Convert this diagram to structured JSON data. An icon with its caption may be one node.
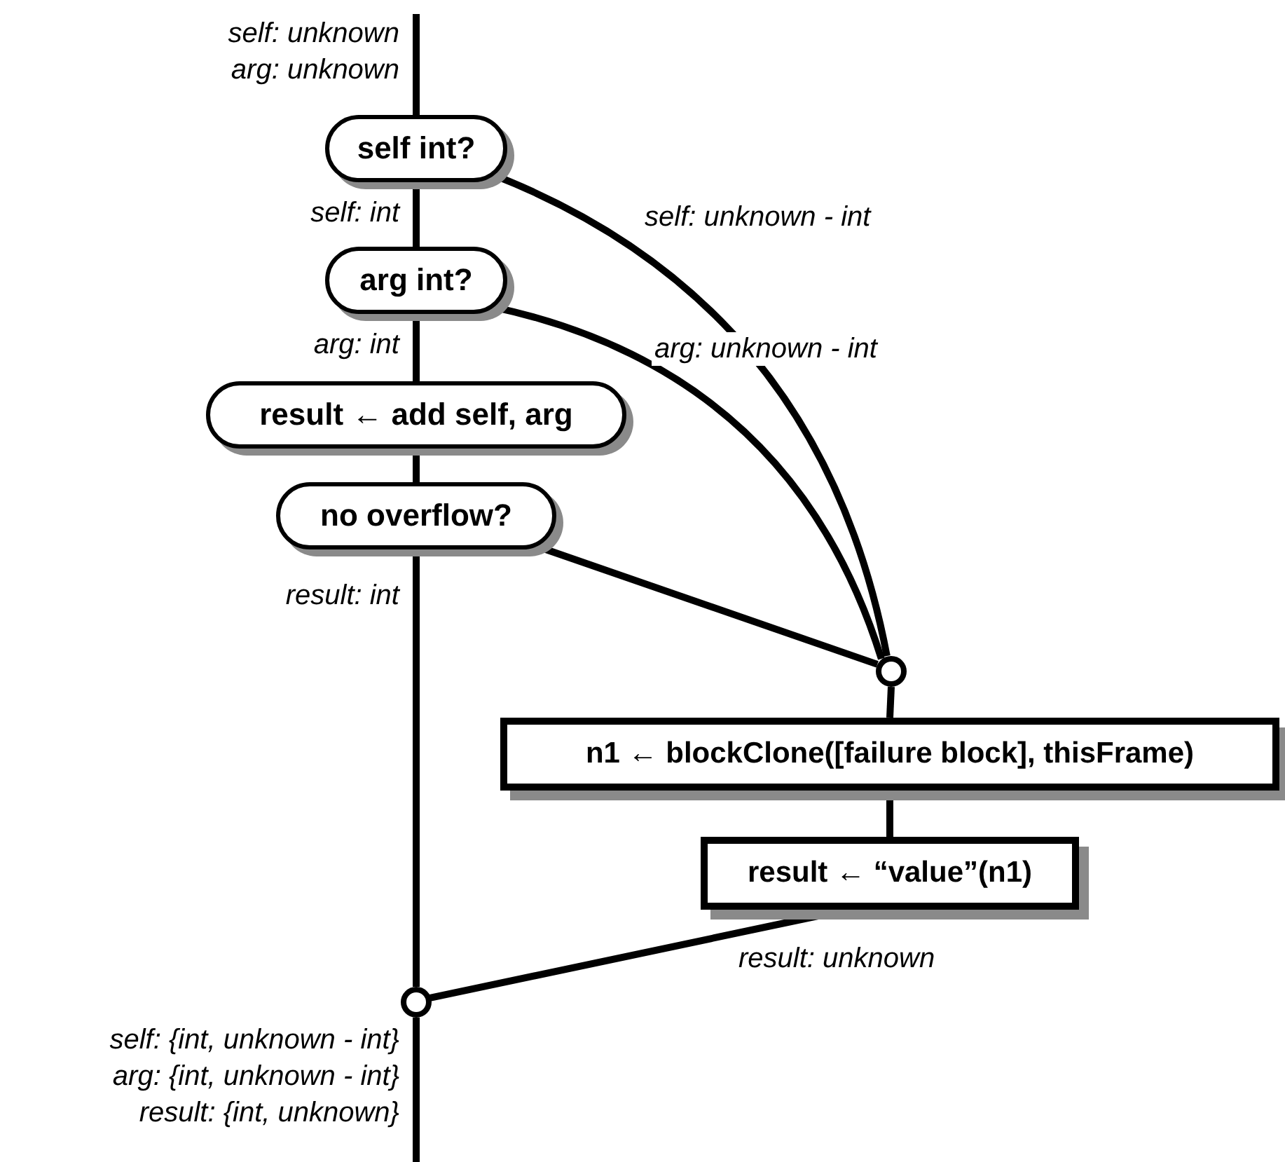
{
  "diagram": {
    "nodes": [
      {
        "text": [
          "self int?"
        ]
      },
      {
        "text": [
          "arg int?"
        ]
      },
      {
        "text": [
          "result ← add self, arg"
        ]
      },
      {
        "text": [
          "no overflow?"
        ]
      },
      {
        "text": [],
        "shape": "circle"
      },
      {
        "text": [
          "n1 ← blockClone([failure block], thisFrame)"
        ]
      },
      {
        "text": [
          "result ← “value”(n1)"
        ]
      },
      {
        "text": [],
        "shape": "circle"
      }
    ],
    "edges": [
      {
        "from": null,
        "to": 0,
        "arrow": "none"
      },
      {
        "from": 0,
        "to": 1,
        "arrow": "none",
        "label": "self: int"
      },
      {
        "from": 1,
        "to": 2,
        "arrow": "none",
        "label": "arg: int"
      },
      {
        "from": 2,
        "to": 3,
        "arrow": "none"
      },
      {
        "from": 3,
        "to": 7,
        "arrow": "none",
        "label": "result: int"
      },
      {
        "from": 0,
        "to": 4,
        "arrow": "none",
        "label": "self: unknown - int"
      },
      {
        "from": 1,
        "to": 4,
        "arrow": "none",
        "label": "arg: unknown - int"
      },
      {
        "from": 3,
        "to": 4,
        "arrow": "none"
      },
      {
        "from": 4,
        "to": 5,
        "arrow": "none"
      },
      {
        "from": 5,
        "to": 6,
        "arrow": "none"
      },
      {
        "from": 6,
        "to": 7,
        "arrow": "none",
        "label": "result: unknown"
      },
      {
        "from": 7,
        "to": null,
        "arrow": "none"
      }
    ],
    "labels": [
      "self: unknown",
      "arg: unknown",
      "self: {int, unknown - int}",
      "arg: {int, unknown - int}",
      "result: {int, unknown}"
    ]
  }
}
